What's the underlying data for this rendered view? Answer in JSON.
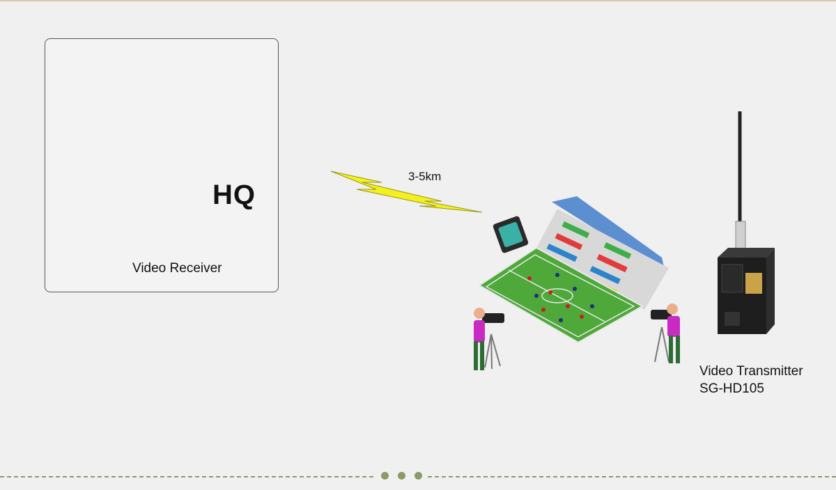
{
  "hq": {
    "label": "HQ",
    "receiver_label": "Video Receiver"
  },
  "link": {
    "distance": "3-5km",
    "bolt_color": "#f3f01e"
  },
  "transmitter": {
    "label_line1": "Video Transmitter",
    "label_line2": "SG-HD105"
  },
  "colors": {
    "pitch": "#4fa83a",
    "roof": "#5b8fd0",
    "cable": "#d0121b",
    "accent_olive": "#8a9a68",
    "operator_shirt": "#c72bc2"
  },
  "icons": [
    "tower-building-icon",
    "video-wall-icon",
    "control-desk-icon",
    "rack-receiver-icon",
    "lightning-link-icon",
    "stadium-icon",
    "cameraman-icon",
    "transmitter-icon",
    "antenna-icon"
  ]
}
